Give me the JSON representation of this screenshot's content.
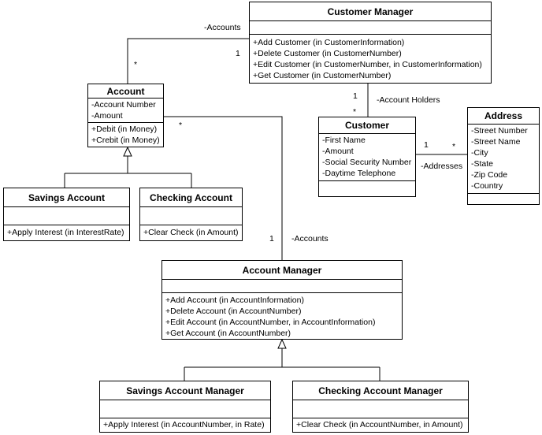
{
  "classes": {
    "customer_manager": {
      "name": "Customer Manager",
      "attributes": [],
      "operations": [
        "+Add Customer (in CustomerInformation)",
        "+Delete Customer (in CustomerNumber)",
        "+Edit Customer (in CustomerNumber, in CustomerInformation)",
        "+Get Customer (in CustomerNumber)"
      ]
    },
    "account": {
      "name": "Account",
      "attributes": [
        "-Account Number",
        "-Amount"
      ],
      "operations": [
        "+Debit (in Money)",
        "+Crebit (in Money)"
      ]
    },
    "customer": {
      "name": "Customer",
      "attributes": [
        "-First Name",
        "-Amount",
        "-Social Security Number",
        "-Daytime Telephone"
      ],
      "operations": []
    },
    "address": {
      "name": "Address",
      "attributes": [
        "-Street Number",
        "-Street Name",
        "-City",
        "-State",
        "-Zip Code",
        "-Country"
      ],
      "operations": []
    },
    "savings_account": {
      "name": "Savings Account",
      "attributes": [],
      "operations": [
        "+Apply Interest (in InterestRate)"
      ]
    },
    "checking_account": {
      "name": "Checking Account",
      "attributes": [],
      "operations": [
        "+Clear Check (in Amount)"
      ]
    },
    "account_manager": {
      "name": "Account Manager",
      "attributes": [],
      "operations": [
        "+Add Account (in AccountInformation)",
        "+Delete Account (in AccountNumber)",
        "+Edit Account (in AccountNumber, in AccountInformation)",
        "+Get Account (in AccountNumber)"
      ]
    },
    "savings_account_manager": {
      "name": "Savings Account Manager",
      "attributes": [],
      "operations": [
        "+Apply Interest (in AccountNumber, in Rate)"
      ]
    },
    "checking_account_manager": {
      "name": "Checking Account Manager",
      "attributes": [],
      "operations": [
        "+Clear Check (in AccountNumber, in Amount)"
      ]
    }
  },
  "associations": {
    "cm_accounts": {
      "role": "-Accounts",
      "mult_manager": "1",
      "mult_account": "*"
    },
    "cm_customers": {
      "role": "-Account Holders",
      "mult_manager": "1",
      "mult_customer": "*"
    },
    "customer_address": {
      "role": "-Addresses",
      "mult_customer": "1",
      "mult_address": "*"
    },
    "am_accounts": {
      "role": "-Accounts",
      "mult_manager": "1",
      "mult_account": "*"
    }
  }
}
